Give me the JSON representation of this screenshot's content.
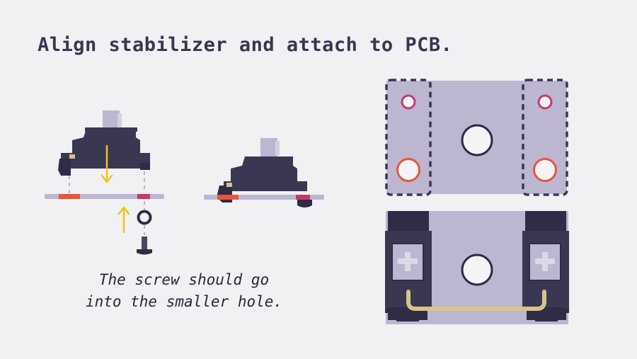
{
  "title": "Align stabilizer and attach to PCB.",
  "caption": {
    "line1": "The screw should go",
    "line2": "into the smaller hole."
  },
  "colors": {
    "background": "#f1f0f2",
    "pcb": "#bcb6d0",
    "housing": "#3a3752",
    "stem": "#bcb6d0",
    "arrow": "#f2c21b",
    "large_hole": "#e8553a",
    "small_hole": "#c43c6c",
    "wire": "#d8c48a",
    "dashed_outline": "#3a3752"
  },
  "icons": {
    "down_arrow": "down-arrow-icon",
    "up_arrow": "up-arrow-icon",
    "washer": "washer-icon",
    "screw": "screw-icon"
  }
}
